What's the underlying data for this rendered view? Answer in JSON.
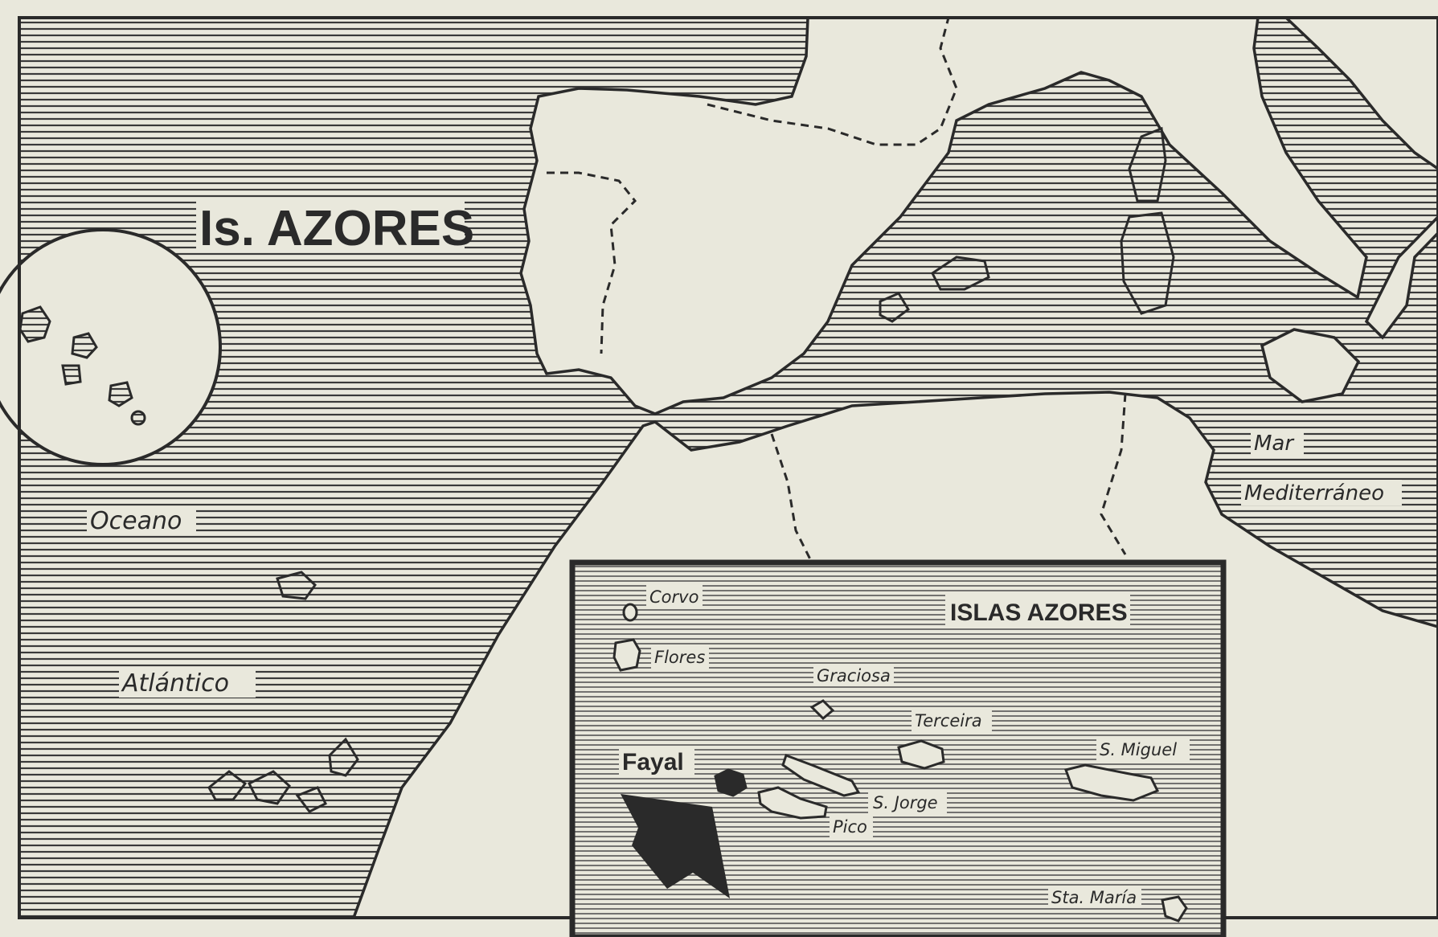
{
  "title": "Is. AZORES",
  "ocean_labels": {
    "line1": "Oceano",
    "line2": "Atlántico"
  },
  "sea_labels": {
    "line1": "Mar",
    "line2": "Mediterráneo"
  },
  "inset": {
    "title": "ISLAS AZORES",
    "highlight_label": "Fayal",
    "islands": {
      "corvo": "Corvo",
      "flores": "Flores",
      "graciosa": "Graciosa",
      "terceira": "Terceira",
      "s_miguel": "S. Miguel",
      "s_jorge": "S. Jorge",
      "pico": "Pico",
      "sta_maria": "Sta. María"
    }
  },
  "colors": {
    "paper": "#e9e8dc",
    "ink": "#2a2a2a",
    "sea_hatch": "#3a3a3a",
    "highlight": "#2a2a2a"
  }
}
